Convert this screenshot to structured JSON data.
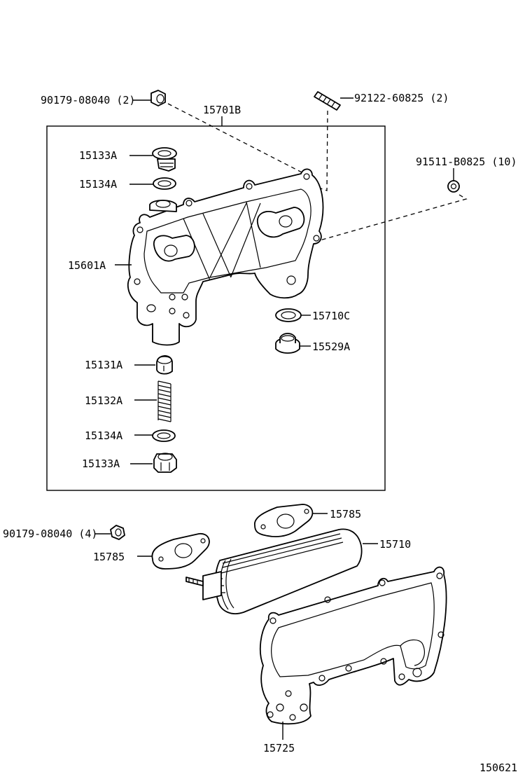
{
  "parts": {
    "p_90179_top": "90179-08040 (2)",
    "p_92122": "92122-60825 (2)",
    "p_15701B": "15701B",
    "p_91511": "91511-B0825 (10)",
    "p_15133A_top": "15133A",
    "p_15134A_top": "15134A",
    "p_15601A": "15601A",
    "p_15710C": "15710C",
    "p_15529A": "15529A",
    "p_15131A": "15131A",
    "p_15132A": "15132A",
    "p_15134A_bot": "15134A",
    "p_15133A_bot": "15133A",
    "p_90179_bot": "90179-08040 (4)",
    "p_15785_left": "15785",
    "p_15785_right": "15785",
    "p_15710": "15710",
    "p_15725": "15725"
  },
  "figure_number": "150621"
}
